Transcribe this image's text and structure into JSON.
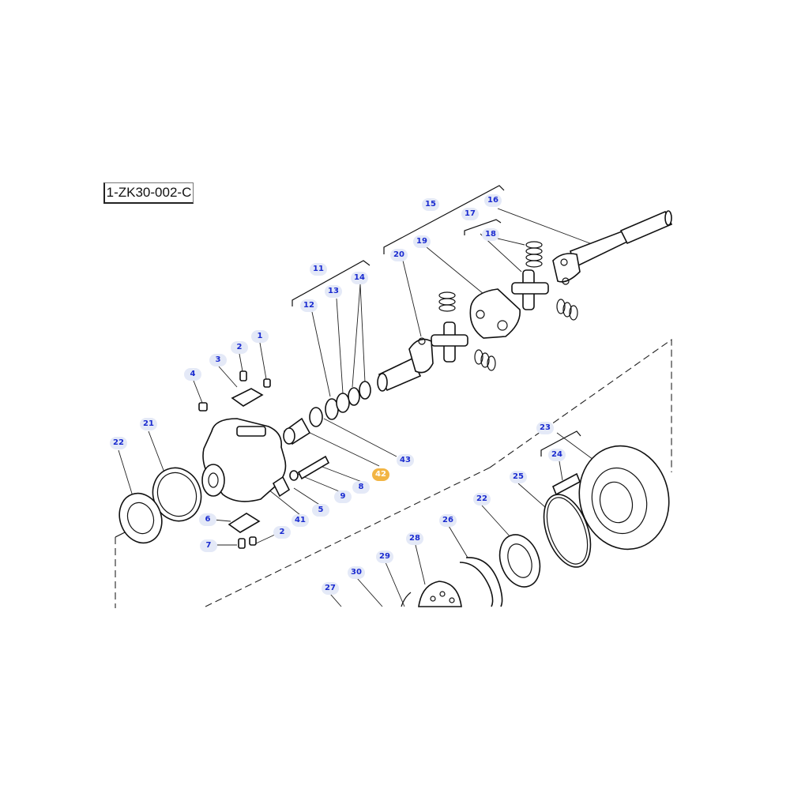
{
  "diagram": {
    "code": "1-ZK30-002-C",
    "selected": "42",
    "callouts": [
      {
        "id": "1",
        "label": "1"
      },
      {
        "id": "2a",
        "label": "2"
      },
      {
        "id": "3",
        "label": "3"
      },
      {
        "id": "4",
        "label": "4"
      },
      {
        "id": "5",
        "label": "5"
      },
      {
        "id": "6",
        "label": "6"
      },
      {
        "id": "7",
        "label": "7"
      },
      {
        "id": "2b",
        "label": "2"
      },
      {
        "id": "8",
        "label": "8"
      },
      {
        "id": "9",
        "label": "9"
      },
      {
        "id": "11",
        "label": "11"
      },
      {
        "id": "12",
        "label": "12"
      },
      {
        "id": "13",
        "label": "13"
      },
      {
        "id": "14",
        "label": "14"
      },
      {
        "id": "15",
        "label": "15"
      },
      {
        "id": "16",
        "label": "16"
      },
      {
        "id": "17",
        "label": "17"
      },
      {
        "id": "18",
        "label": "18"
      },
      {
        "id": "19",
        "label": "19"
      },
      {
        "id": "20",
        "label": "20"
      },
      {
        "id": "21",
        "label": "21"
      },
      {
        "id": "22a",
        "label": "22"
      },
      {
        "id": "22b",
        "label": "22"
      },
      {
        "id": "23",
        "label": "23"
      },
      {
        "id": "24",
        "label": "24"
      },
      {
        "id": "25",
        "label": "25"
      },
      {
        "id": "26",
        "label": "26"
      },
      {
        "id": "27",
        "label": "27"
      },
      {
        "id": "28",
        "label": "28"
      },
      {
        "id": "29",
        "label": "29"
      },
      {
        "id": "30",
        "label": "30"
      },
      {
        "id": "41",
        "label": "41"
      },
      {
        "id": "42",
        "label": "42"
      },
      {
        "id": "43",
        "label": "43"
      }
    ]
  },
  "colors": {
    "callout_text": "#1a2bd0",
    "callout_bg": "#e4e9f7",
    "selected_bg": "#f2b544"
  }
}
